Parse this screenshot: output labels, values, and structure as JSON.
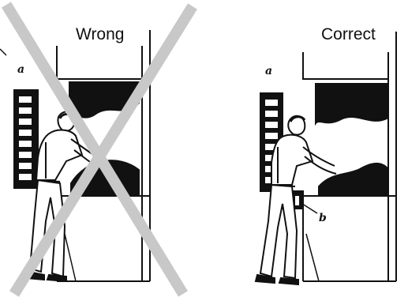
{
  "panels": {
    "wrong": {
      "title": "Wrong",
      "label_a": "a"
    },
    "correct": {
      "title": "Correct",
      "label_a": "a",
      "label_b": "b"
    }
  },
  "colors": {
    "ink": "#111111",
    "cross": "#c8c8c8"
  }
}
